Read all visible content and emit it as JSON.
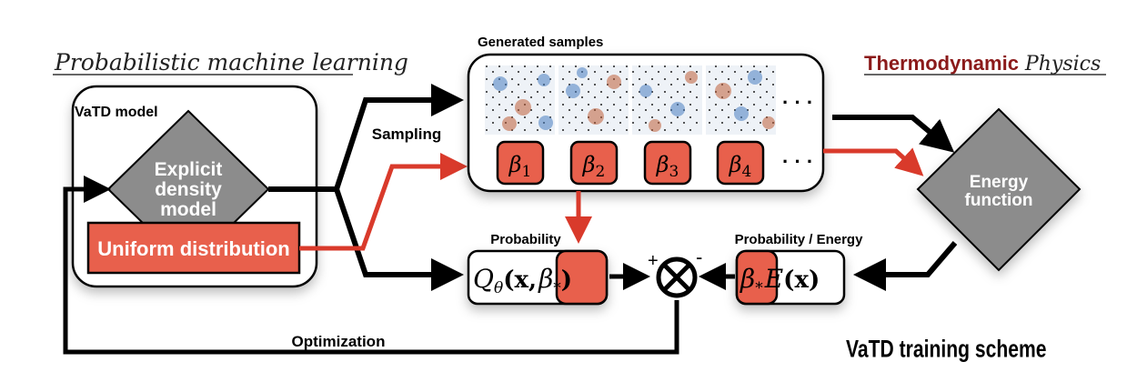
{
  "headers": {
    "left": "Probabilistic machine learning",
    "right_accent": "Thermodynamic",
    "right_rest": " Physics"
  },
  "model_box": {
    "title": "VaTD model",
    "density_model_lines": [
      "Explicit",
      "density",
      "model"
    ],
    "uniform_label": "Uniform distribution"
  },
  "samples": {
    "title": "Generated samples",
    "ellipsis": "· · ·",
    "betas": [
      {
        "symbol": "β",
        "sub": "1"
      },
      {
        "symbol": "β",
        "sub": "2"
      },
      {
        "symbol": "β",
        "sub": "3"
      },
      {
        "symbol": "β",
        "sub": "4"
      }
    ]
  },
  "labels": {
    "sampling": "Sampling",
    "probability": "Probability",
    "probability_energy": "Probability / Energy",
    "optimization": "Optimization",
    "scheme_title": "VaTD training scheme"
  },
  "energy": {
    "lines": [
      "Energy",
      "function"
    ]
  },
  "formulas": {
    "q_main": "Q",
    "q_sub": "θ",
    "q_args": "(x,",
    "beta_star": "β",
    "star": "*",
    "close": ")",
    "e_main": "E",
    "e_args": "(x)"
  },
  "combiner": {
    "symbol": "⊗",
    "plus": "+",
    "minus": "-"
  },
  "colors": {
    "accent_red": "#e8604c",
    "arrow_red": "#d93a2b",
    "diamond_gray": "#8c8c8c",
    "header_red": "#8b1a1a"
  }
}
